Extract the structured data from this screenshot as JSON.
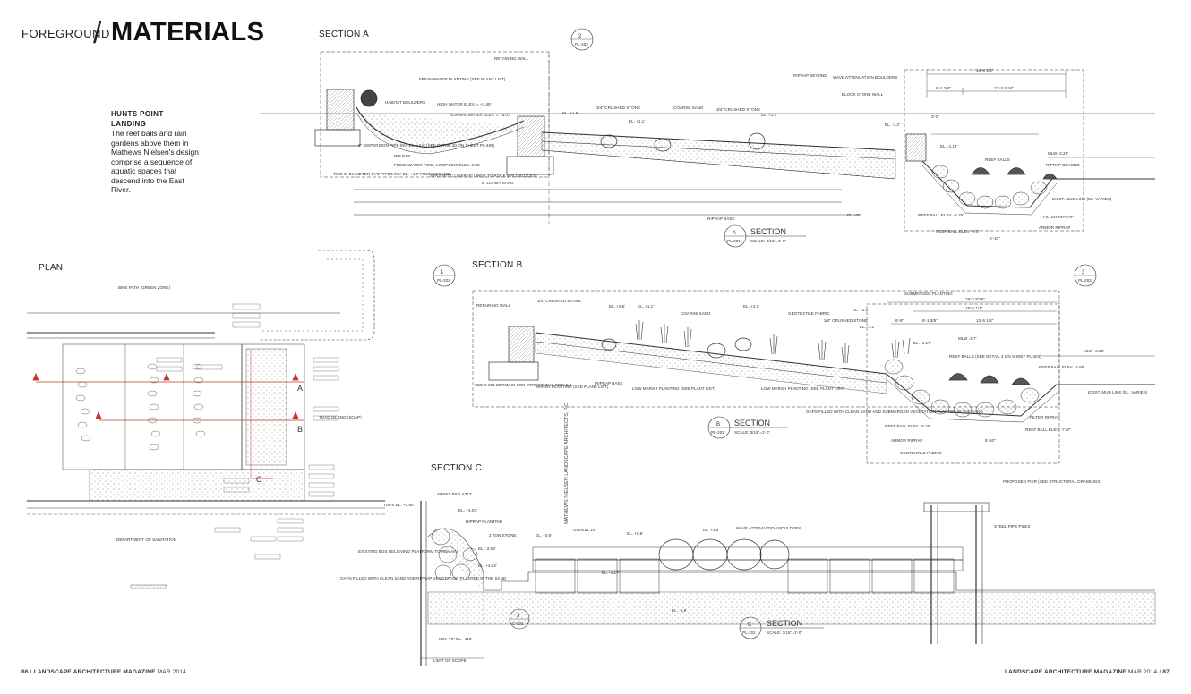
{
  "header": {
    "kicker": "FOREGROUND",
    "slash": "/",
    "title": "MATERIALS"
  },
  "caption": {
    "heading": "HUNTS POINT LANDING",
    "body": "The reef balls and rain gardens above them in Mathews Nielsen's design comprise a sequence of aquatic spaces that descend into the East River."
  },
  "drawings": {
    "section_a": {
      "label": "SECTION A",
      "callouts": [
        "RETAINING WALL",
        "FRESHWATER PLANTING (SEE PLANT LIST)",
        "HABITAT BOULDERS",
        "HIGH WATER ELEV. = +3.49'",
        "NORMAL WATER ELEV. = +3.07'",
        "EL. +1.8'",
        "3/4\" CRUSHED STONE",
        "EL. +1.1'",
        "COARSE SAND",
        "3/4\" CRUSHED STONE",
        "EL. +2.2'",
        "RIPRAP BEYOND",
        "WAVE ATTENUATION BOULDERS",
        "BLOCK STONE WALL",
        "EL. -1.2'",
        "EL. -1.17'",
        "REEF BALLS",
        "RIPRAP BEYOND",
        "MLW -3.25'",
        "EXIST. MUD LINE (EL. VARIES)",
        "REEF BALL ELEV. -5.25'",
        "FILTER RIPRAP",
        "REEF BALL ELEV. -7.0'",
        "ARMOR RIPRAP",
        "8\" DISPERSION PIPE INV. EL. +4.6' (SEE DETAIL 10 ON SHEET PL-406)",
        "RIP RAP",
        "FRESHWATER POOL LOWPOINT ELEV. 2.81'",
        "TWO 6\" DIAMETER PVC PIPES INV. EL. +4.7' FROM UPLAND",
        "SYNTHETIC LINER (6\" LINER TO ROCK WALL BLOCKS)",
        "8\" LOAMY SAND",
        "RIPRAP BASE",
        "EL. -20'"
      ],
      "dimensions": [
        "18'-8 1/4\"",
        "6'-1 3/8\"",
        "12'-3 5/16\"",
        "3'-0\"",
        "5'-10\""
      ],
      "title_block": {
        "letter": "A",
        "sheet": "PL-201",
        "name": "SECTION",
        "scale": "SCALE: 3/16\"=1'-0\""
      },
      "grid_bubble": {
        "number": "2",
        "sheet": "PL-202"
      }
    },
    "plan": {
      "label": "PLAN",
      "callouts": [
        "BIKE PATH (GREEN ZONE)",
        "DEPARTMENT OF SANITATION",
        "TOAD ISLAND (SOAP)"
      ],
      "section_marks": [
        "A",
        "B",
        "C"
      ]
    },
    "section_b": {
      "label": "SECTION B",
      "callouts": [
        "RETAINING WALL",
        "3/4\" CRUSHED STONE",
        "EL. +3.5'",
        "EL. +1.1'",
        "COARSE SAND",
        "EL. +2.2'",
        "GEOTEXTILE FABRIC",
        "3/4\" CRUSHED STONE",
        "EL. +2.0'",
        "EL. -1.2'",
        "SUBMERGED PLANTING",
        "EL. -1.17'",
        "MLW -1.7'",
        "REEF BALLS (SEE DETAIL 4 ON SHEET PL-401)",
        "REEF BALL ELEV. -4.66'",
        "MLW -3.25'",
        "EXIST. MUD LINE (EL. VARIES)",
        "SEE S-201 BERMING FOR STRUCTURAL DETAILS",
        "MARSH PLANTING (SEE PLANT LIST)",
        "RIPRAP BASE",
        "LOW MARSH PLANTING (SEE PLANT LIST)",
        "LOW MARSH PLANTING (SEE PLANT LIST)",
        "GAPS FILLED WITH CLEAN SAND AND SUBMERGED VEGETATION PLANTED IN THE SAND",
        "FILTER RIPRAP",
        "REEF BALL ELEV. -5.25'",
        "REEF BALL ELEV. -7.07'",
        "ARMOR RIPRAP",
        "GEOTEXTILE FABRIC"
      ],
      "dimensions": [
        "19'-7 5/16\"",
        "18'-6 1/4\"",
        "6'-8\"",
        "6'-1 3/8\"",
        "12'-5 1/8\"",
        "5'-10\""
      ],
      "title_block": {
        "letter": "B",
        "sheet": "PL-201",
        "name": "SECTION",
        "scale": "SCALE: 3/16\"=1'-0\""
      },
      "grid_bubble_left": {
        "number": "1",
        "sheet": "PL-202"
      },
      "grid_bubble_right": {
        "number": "3",
        "sheet": "PL-202"
      }
    },
    "section_c": {
      "label": "SECTION C",
      "callouts": [
        "SHEET PILE AZ13",
        "TOPS EL. +7.90'",
        "EL. +4.03'",
        "RIPRAP PLANTING",
        "2 TON STONE",
        "EXISTING BOS RELIEVING PLATFORM TO REMAIN",
        "EL. -2.03'",
        "EL. +4.03'",
        "GAPS FILLED WITH CLEAN SAND AND RIPRAP VEGETATION PLANTED IN THE SAND",
        "EL. +0.8'",
        "GRAVEL 18\"",
        "EL. +0.8'",
        "EL. +1.8'",
        "WAVE ATTENUATION BOULDERS",
        "EL. -1.17'",
        "EL. -5.8'",
        "PROPOSED PIER (SEE STRUCTURAL DRAWINGS)",
        "STEEL PIPE PILES",
        "MIN. TIP EL. -115'",
        "LIMIT OF SCOPE"
      ],
      "title_block": {
        "letter": "C",
        "sheet": "PL-201",
        "name": "SECTION",
        "scale": "SCALE: 3/16\"=1'-0\""
      },
      "grid_bubble": {
        "number": "3",
        "sheet": "C-201"
      }
    }
  },
  "credit": "MATHEWS NIELSEN LANDSCAPE ARCHITECTS, P.C.",
  "footer": {
    "left": {
      "page": "86",
      "sep": "/",
      "magazine": "LANDSCAPE ARCHITECTURE MAGAZINE",
      "issue": "MAR 2014"
    },
    "right": {
      "magazine": "LANDSCAPE ARCHITECTURE MAGAZINE",
      "issue": "MAR 2014",
      "sep": "/",
      "page": "87"
    }
  },
  "colors": {
    "ink": "#333333",
    "section_line": "#c0392b",
    "paper": "#ffffff"
  }
}
